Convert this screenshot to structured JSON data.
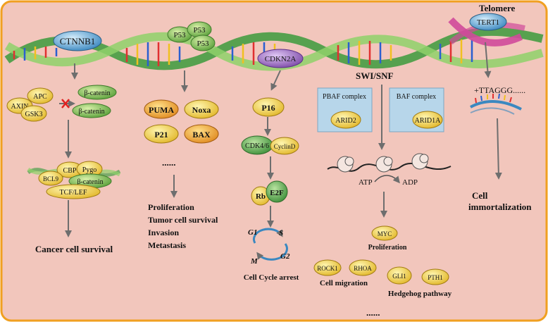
{
  "colors": {
    "background": "#f2c6bc",
    "border": "#f0a020",
    "arrow": "#6e6e6e",
    "yellow_node": "#f3d34a",
    "green_node": "#7fbf5a",
    "orange_node": "#e8a23a",
    "purple_node": "#9b6fc0",
    "blue_node": "#6fb0d8",
    "box_fill": "#b7d6ea"
  },
  "labels": {
    "telomere": "Telomere",
    "tert1": "TERT1",
    "ctnnb1": "CTNNB1",
    "p53": "P53",
    "cdkn2a": "CDKN2A",
    "swi_snf": "SWI/SNF",
    "ttaggg": "+TTAGGG......",
    "apc": "APC",
    "axin": "AXIN",
    "gsk3": "GSK3",
    "beta_catenin": "β-catenin",
    "cbp": "CBP",
    "pygo": "Pygo",
    "bcl9": "BCL9",
    "tcf_lef": "TCF/LEF",
    "cancer_cell_survival": "Cancer cell survival",
    "puma": "PUMA",
    "noxa": "Noxa",
    "p21": "P21",
    "bax": "BAX",
    "dots": "......",
    "proliferation": "Proliferation",
    "tumor_cell_survival": "Tumor cell survival",
    "invasion": "Invasion",
    "metastasis": "Metastasis",
    "p16": "P16",
    "cdk46": "CDK4/6",
    "cyclind": "CyclinD",
    "rb": "Rb",
    "e2f": "E2F",
    "g1": "G1",
    "s": "S",
    "g2": "G2",
    "m": "M",
    "cell_cycle_arrest": "Cell Cycle arrest",
    "pbaf_complex": "PBAF complex",
    "arid2": "ARID2",
    "baf_complex": "BAF complex",
    "arid1a": "ARID1A",
    "atp": "ATP",
    "adp": "ADP",
    "myc": "MYC",
    "myc_proliferation": "Proliferation",
    "rock1": "ROCK1",
    "rhoa": "RHOA",
    "gli1": "GLI1",
    "pth1": "PTH1",
    "cell_migration": "Cell migration",
    "hedgehog_pathway": "Hedgehog pathway",
    "dots_bottom": "......",
    "cell_immortalization_1": "Cell",
    "cell_immortalization_2": "immortalization"
  }
}
